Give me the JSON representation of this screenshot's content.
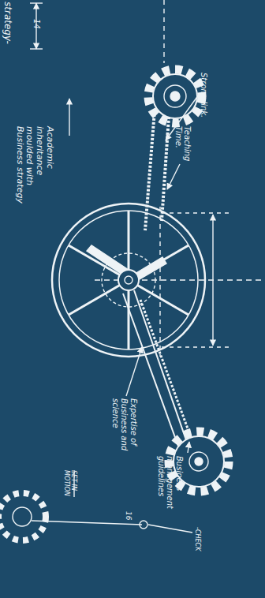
{
  "diagram": {
    "labels": [
      "strategy-",
      "14",
      "Strong link.",
      "Teaching Time.",
      "Academic inheritance moulded with Business strategy",
      "Expertise of Business and science",
      "Business management guidelines",
      "SET IN MOTION",
      "16",
      "-CHECK"
    ]
  }
}
